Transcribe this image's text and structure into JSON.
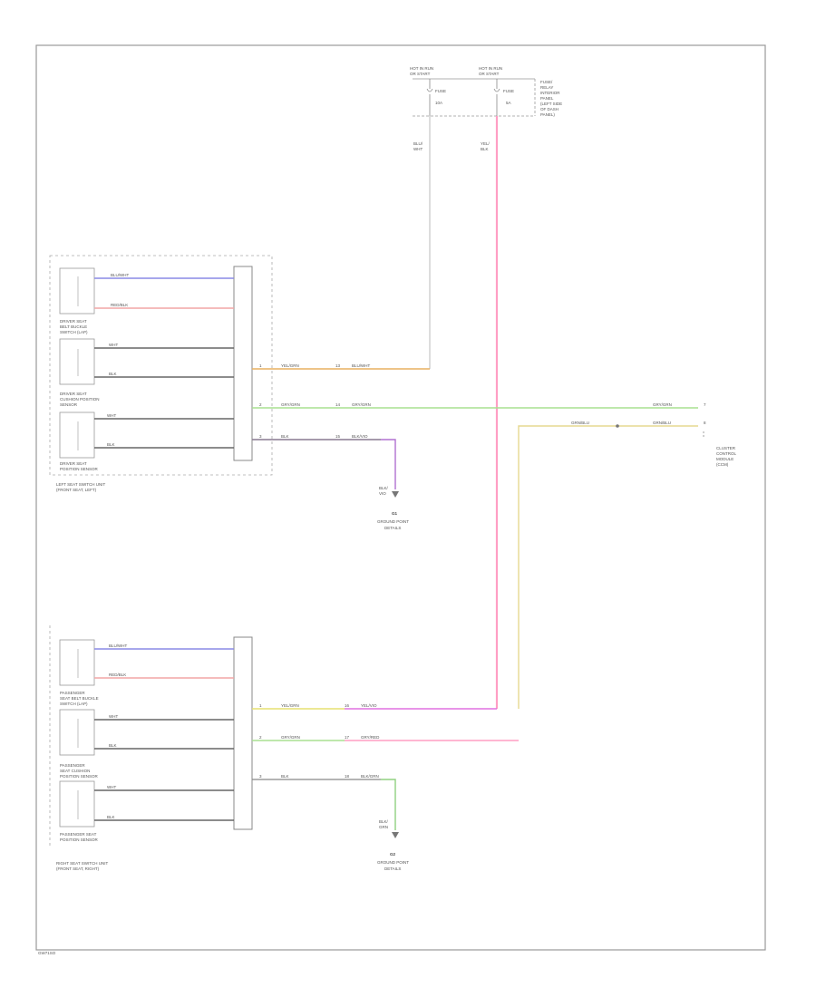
{
  "diagram": {
    "top_labels": {
      "hot_left_1": "HOT IN RUN",
      "hot_left_2": "OR START",
      "hot_right_1": "HOT IN RUN",
      "hot_right_2": "OR START",
      "fuse_left_1": "FUSE",
      "fuse_left_2": "10A",
      "fuse_right_1": "FUSE",
      "fuse_right_2": "5A",
      "fuse_box_1": "FUSE/",
      "fuse_box_2": "RELAY",
      "fuse_box_3": "INTERIOR",
      "fuse_box_4": "PANEL",
      "fuse_box_5": "(LEFT SIDE",
      "fuse_box_6": "OF DASH",
      "fuse_box_7": "PANEL)",
      "wire_left_color": "BLU/",
      "wire_left_color2": "WHT",
      "wire_right_color": "YEL/",
      "wire_right_color2": "BLK"
    },
    "left_module": {
      "pin_labels": [
        "BLU/WHT",
        "RED/BLK",
        "WHT",
        "BLK",
        "WHT",
        "BLK"
      ],
      "sub1_1": "DRIVER SEAT",
      "sub1_2": "BELT BUCKLE",
      "sub1_3": "SWITCH (LAP)",
      "sub2_1": "DRIVER SEAT",
      "sub2_2": "CUSHION POSITION",
      "sub2_3": "SENSOR",
      "sub3_1": "DRIVER SEAT",
      "sub3_2": "POSITION SENSOR",
      "title_1": "LEFT SEAT SWITCH UNIT",
      "title_2": "(FRONT SEAT, LEFT)"
    },
    "right_module": {
      "pin_labels": [
        "BLU/WHT",
        "RED/BLK",
        "WHT",
        "BLK",
        "WHT",
        "BLK"
      ],
      "sub1_1": "PASSENGER",
      "sub1_2": "SEAT BELT BUCKLE",
      "sub1_3": "SWITCH (LAP)",
      "sub2_1": "PASSENGER",
      "sub2_2": "SEAT CUSHION",
      "sub2_3": "POSITION SENSOR",
      "sub3_1": "PASSENGER SEAT",
      "sub3_2": "POSITION SENSOR",
      "title_1": "RIGHT SEAT SWITCH UNIT",
      "title_2": "(FRONT SEAT, RIGHT)"
    },
    "wires_left": [
      {
        "pin": "1",
        "color": "YEL/GRN",
        "conn_pin": "13",
        "color2": "BLU/WHT"
      },
      {
        "pin": "2",
        "color": "GRY/GRN",
        "conn_pin": "14",
        "color2": "GRY/GRN"
      },
      {
        "pin": "3",
        "color": "BLK",
        "conn_pin": "15",
        "color2": "BLK/VIO"
      }
    ],
    "wires_right": [
      {
        "pin": "1",
        "color": "YEL/GRN",
        "conn_pin": "16",
        "color2": "YEL/VIO"
      },
      {
        "pin": "2",
        "color": "GRY/GRN",
        "conn_pin": "17",
        "color2": "GRY/RED"
      },
      {
        "pin": "3",
        "color": "BLK",
        "conn_pin": "18",
        "color2": "BLK/GRN"
      }
    ],
    "ground_left": {
      "tag1": "BLK/",
      "tag2": "VIO",
      "name": "G1",
      "line1": "GROUND POINT",
      "line2": "DETAILS"
    },
    "ground_right": {
      "tag1": "BLK/",
      "tag2": "GRN",
      "name": "G2",
      "line1": "GROUND POINT",
      "line2": "DETAILS"
    },
    "right_connector": {
      "wire_a": "GRY/GRN",
      "pin_a": "7",
      "wire_b": "GRN/BLU",
      "wire_b2": "GRN/BLU",
      "pin_b": "8",
      "label_1": "CLUSTER",
      "label_2": "CONTROL",
      "label_3": "MODULE",
      "label_4": "(CCM)"
    },
    "footer_code": "GW71SO"
  },
  "colors": {
    "blue": "#8080e0",
    "red": "#f0a0a0",
    "orange": "#e8b060",
    "green": "#a8e090",
    "pink": "#ff7fb0",
    "violet": "#b070d0",
    "magenta": "#e070e0",
    "yellow": "#e6d890"
  }
}
